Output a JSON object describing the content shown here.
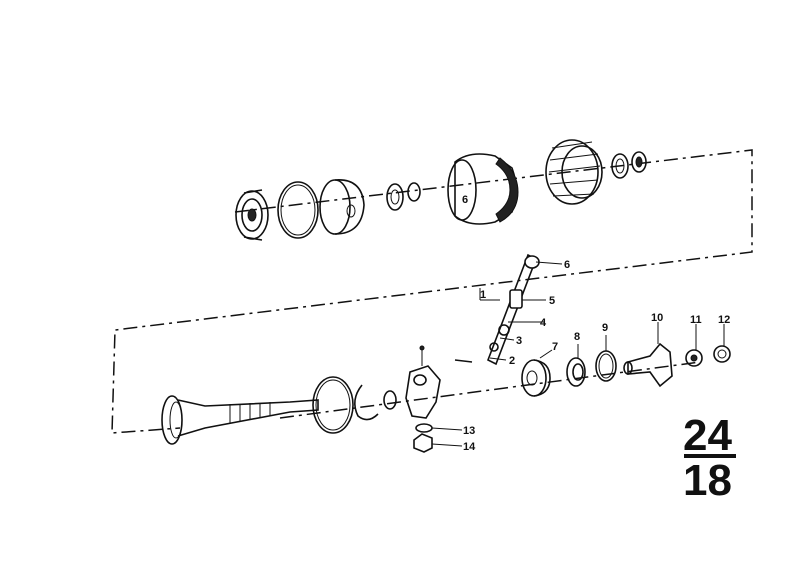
{
  "callouts": {
    "c1": "1",
    "c2": "2",
    "c3": "3",
    "c4": "4",
    "c5": "5",
    "c6": "6",
    "c7": "7",
    "c8": "8",
    "c9": "9",
    "c10": "10",
    "c11": "11",
    "c12": "12",
    "c13": "13",
    "c14": "14"
  },
  "page_ref": {
    "top": "24",
    "bottom": "18"
  }
}
